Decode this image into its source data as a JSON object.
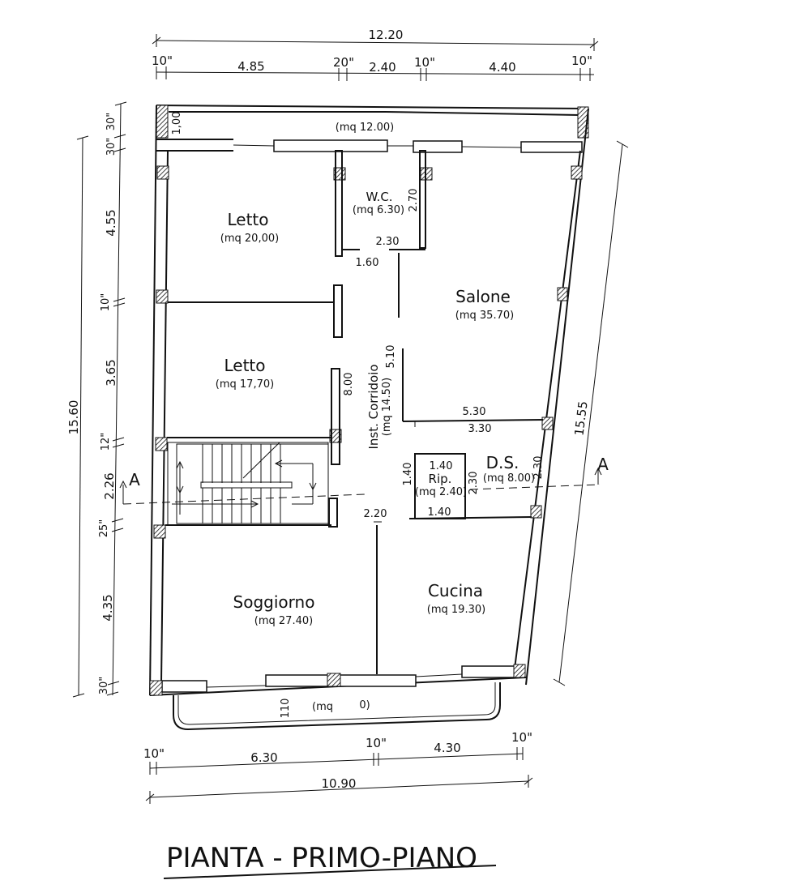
{
  "title": "PIANTA - PRIMO-PIANO",
  "rooms": {
    "letto1": {
      "name": "Letto",
      "area": "(mq 20,00)"
    },
    "letto2": {
      "name": "Letto",
      "area": "(mq 17,70)"
    },
    "wc": {
      "name": "W.C.",
      "area": "(mq 6.30)"
    },
    "salone": {
      "name": "Salone",
      "area": "(mq 35.70)"
    },
    "corridoio": {
      "name": "Inst. Corridoio",
      "area": "(mq 14.50)"
    },
    "ds": {
      "name": "D.S.",
      "area": "(mq 8.00)"
    },
    "rip": {
      "name": "Rip.",
      "area": "(mq 2.40)"
    },
    "soggiorno": {
      "name": "Soggiorno",
      "area": "(mq 27.40)"
    },
    "cucina": {
      "name": "Cucina",
      "area": "(mq 19.30)"
    },
    "balcone_top": {
      "area": "(mq 12.00)"
    },
    "balcone_bottom": {
      "area_open": "(mq",
      "area_value": "0)"
    }
  },
  "dimensions": {
    "top_total": "12.20",
    "top_segments": [
      "10\"",
      "4.85",
      "20\"",
      "2.40",
      "10\"",
      "4.40",
      "10\""
    ],
    "left_total": "15.60",
    "left_segments": [
      "30\"",
      "30\"",
      "4.55",
      "10\"",
      "3.65",
      "12\"",
      "2.26",
      "25\"",
      "4.35",
      "30\""
    ],
    "right_total": "15.55",
    "bottom_segments": [
      "10\"",
      "6.30",
      "10\"",
      "4.30",
      "10\""
    ],
    "bottom_total": "10.90",
    "interior": {
      "balcony_depth_top": "1,00",
      "wc_height": "2.70",
      "wc_width": "2.30",
      "wc_door": "1.60",
      "corridor_len": "5.10",
      "stair_len": "8.00",
      "salone_w1": "5.30",
      "salone_w2": "3.30",
      "rip_w_top": "1.40",
      "rip_h": "1.40",
      "rip_depth": "2.30",
      "rip_w_bottom": "1.40",
      "ds_h": "2.30",
      "corr_gap": "2.20",
      "balcony_depth_bottom": "110"
    }
  },
  "section_marker": "A",
  "colors": {
    "line": "#111111",
    "background": "#ffffff"
  }
}
